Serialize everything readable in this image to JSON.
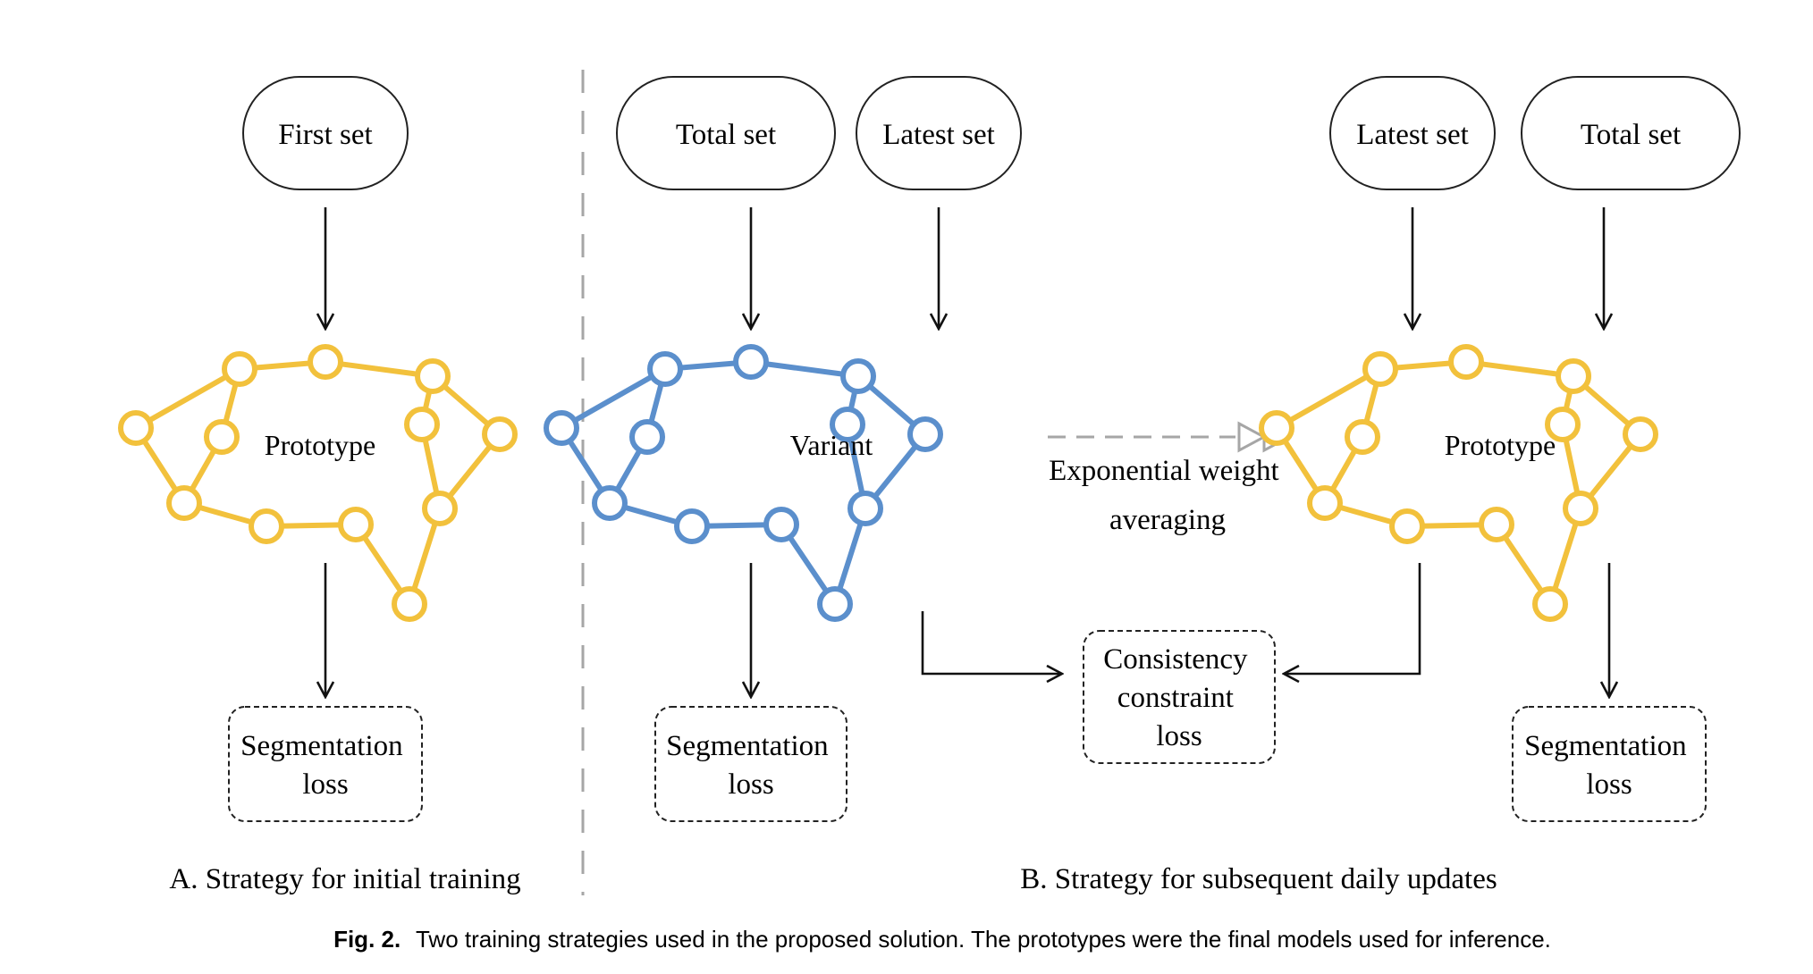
{
  "panel_a": {
    "input": "First set",
    "model": "Prototype",
    "loss": [
      "Segmentation",
      "loss"
    ],
    "caption": "A. Strategy for initial training"
  },
  "panel_b": {
    "variant_inputs": [
      "Total set",
      "Latest set"
    ],
    "prototype_inputs": [
      "Latest set",
      "Total set"
    ],
    "variant_model": "Variant",
    "prototype_model": "Prototype",
    "ema_label": [
      "Exponential weight",
      "averaging"
    ],
    "variant_loss": [
      "Segmentation",
      "loss"
    ],
    "consistency_loss": [
      "Consistency",
      "constraint",
      "loss"
    ],
    "prototype_loss": [
      "Segmentation",
      "loss"
    ],
    "caption": "B. Strategy for subsequent daily updates"
  },
  "figure_caption": {
    "label": "Fig. 2.",
    "text": "Two training strategies used in the proposed solution. The prototypes were the final models used for inference."
  },
  "colors": {
    "prototype": "#F2C13C",
    "variant": "#5B8FCC",
    "ema_arrow": "#A6A6A6",
    "divider": "#A6A6A6",
    "line": "#111111"
  }
}
